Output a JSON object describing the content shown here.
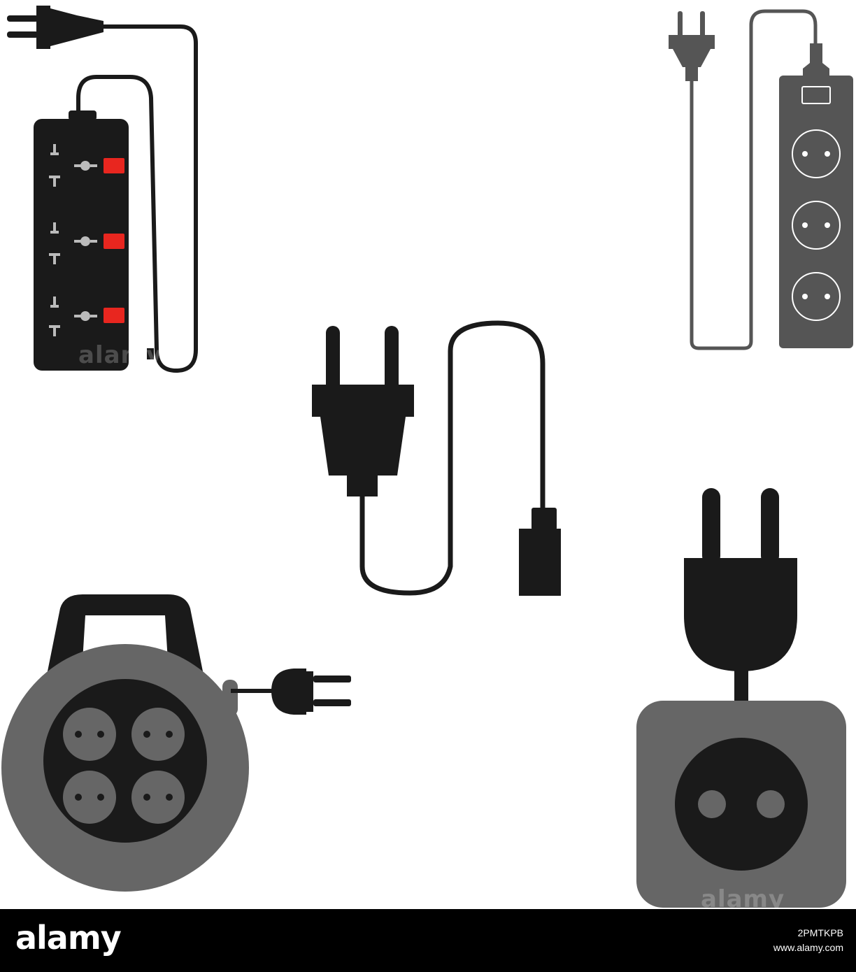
{
  "colors": {
    "background": "#ffffff",
    "black": "#1a1a1a",
    "dark_gray": "#555555",
    "mid_gray": "#666666",
    "dark_face": "#2b2b2b",
    "indicator_red": "#e8261f",
    "slot_gray": "#bbbbbb"
  },
  "icons": [
    "power-strip-red-indicators-icon",
    "power-strip-gray-icon",
    "power-cord-plug-icon",
    "cable-reel-icon",
    "plug-and-socket-icon"
  ],
  "watermark": "alamy",
  "footer": {
    "logo": "alamy",
    "image_id": "2PMTKPB",
    "site": "www.alamy.com"
  }
}
